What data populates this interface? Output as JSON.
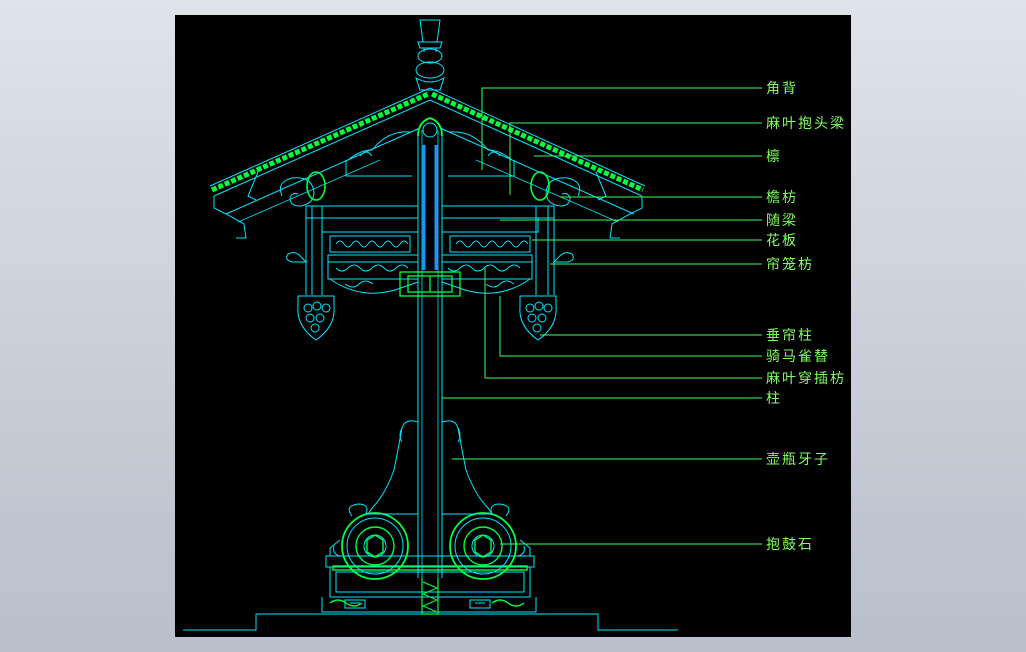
{
  "colors": {
    "background": "#000000",
    "outline": "#00e5ff",
    "green": "#00ff3c",
    "leader": "#3cff5a",
    "label": "#7dff5a"
  },
  "labels": {
    "jiaobei": "角背",
    "mayebaotouliang": "麻叶抱头梁",
    "lin": "檩",
    "yanfang": "檐枋",
    "suiliang": "随梁",
    "huaban": "花板",
    "lianlongfang": "帘笼枋",
    "chuilianzhu": "垂帘柱",
    "qimaquети": "骑马雀替",
    "mayechuanchafang": "麻叶穿插枋",
    "zhu": "柱",
    "hupingyazi": "壶瓶牙子",
    "baogushi": "抱鼓石"
  }
}
